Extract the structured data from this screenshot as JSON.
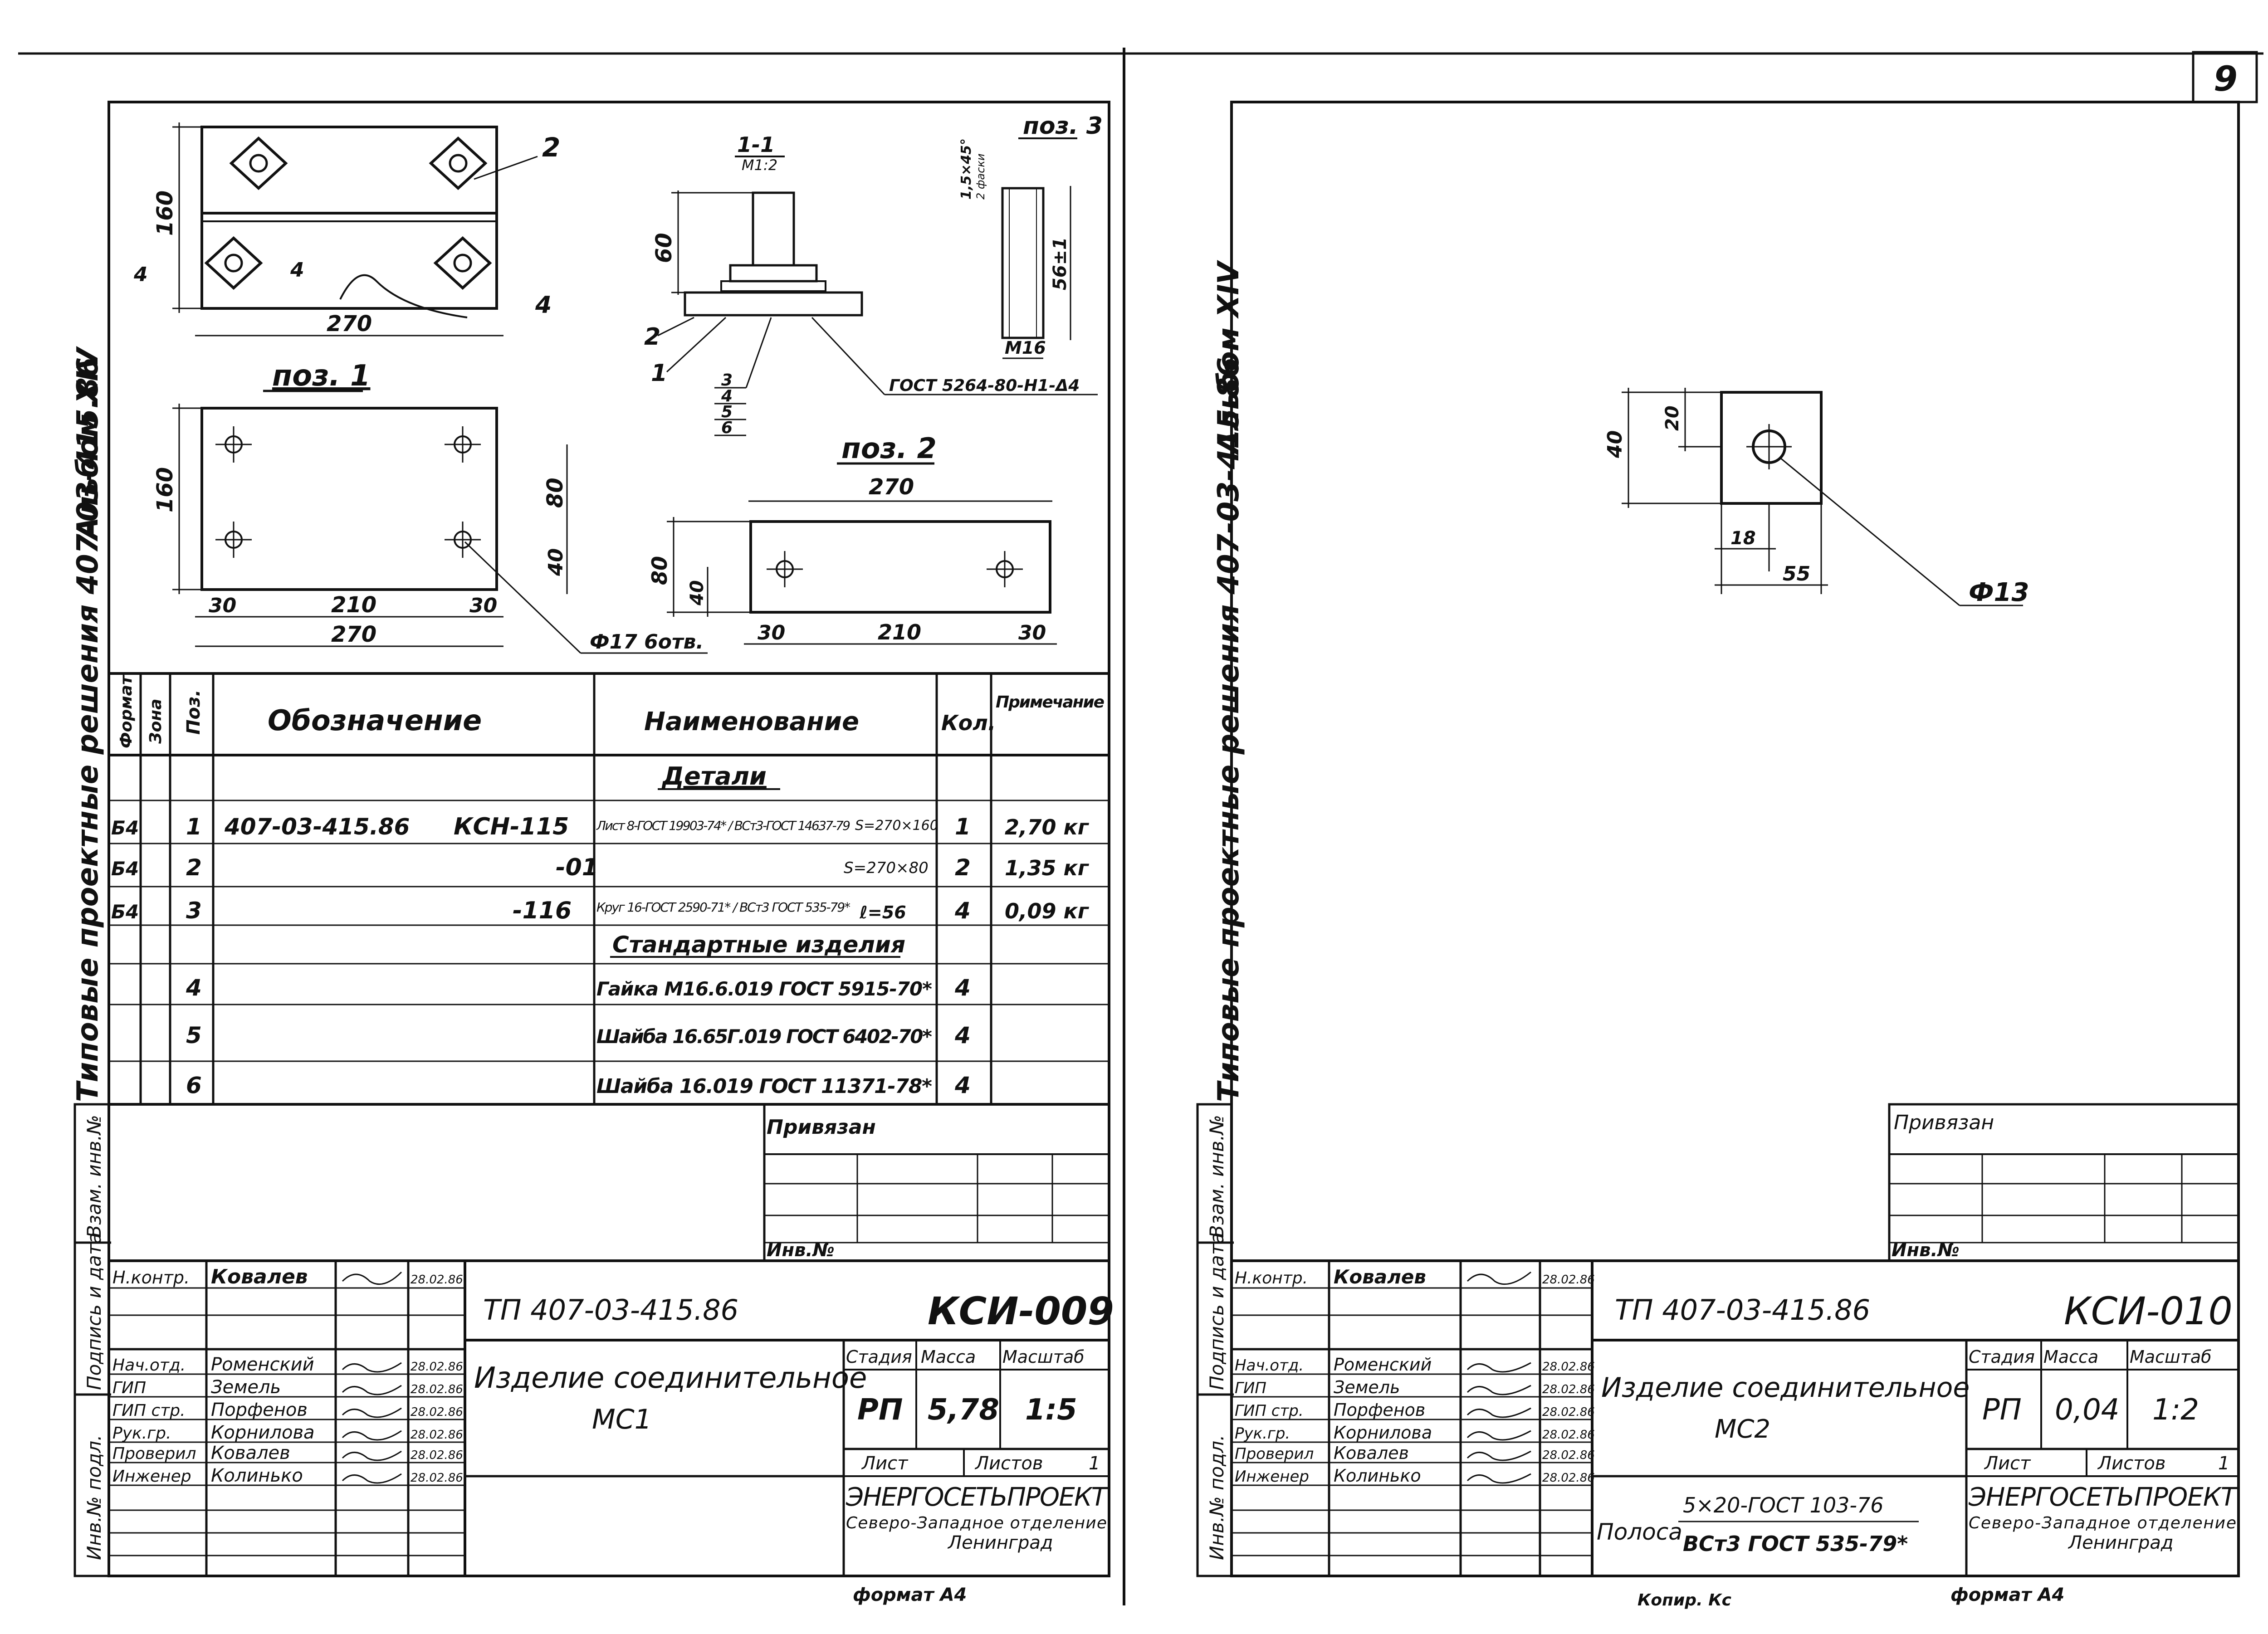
{
  "page_number": "9",
  "left": {
    "side_label": {
      "album": "Альбом XIV",
      "series": "Типовые проектные решения 407-03-415.86"
    },
    "side_stamps": [
      "Взам. инв.№",
      "Подпись и дата",
      "Инв.№ подл."
    ],
    "drawing": {
      "dims_top": {
        "w": "270",
        "h": "160",
        "t": "4",
        "t2": "4",
        "pos2": "2",
        "pos4": "4"
      },
      "section": {
        "title": "1-1",
        "scale": "М1:2",
        "h": "60",
        "c2": "2",
        "c1": "1",
        "pos": [
          "3",
          "4",
          "5",
          "6"
        ],
        "gost": "ГОСТ 5264-80-Н1-Δ4"
      },
      "pos3": {
        "title": "поз. 3",
        "chamfer": "1,5×45°",
        "chamfer2": "2 фаски",
        "len": "56±1",
        "thread": "М16"
      },
      "pos1": {
        "title": "поз. 1",
        "h": "160",
        "e1": "80",
        "e2": "40",
        "a": "30",
        "b": "210",
        "c": "30",
        "w": "270",
        "hole": "Ф17 6отв."
      },
      "pos2": {
        "title": "поз. 2",
        "w": "270",
        "h": "80",
        "e": "40",
        "a": "30",
        "b": "210",
        "c": "30"
      }
    },
    "spec": {
      "headers": {
        "format": "Формат",
        "zone": "Зона",
        "pos": "Поз.",
        "designation": "Обозначение",
        "name": "Наименование",
        "qty": "Кол.",
        "note": "Примечание"
      },
      "section_details": "Детали",
      "section_standard": "Стандартные изделия",
      "rows": [
        {
          "format": "Б4",
          "pos": "1",
          "designation": "407-03-415.86",
          "code": "КСН-115",
          "name": "Лист 8-ГОСТ 19903-74* / ВСт3-ГОСТ 14637-79",
          "size": "S=270×160",
          "qty": "1",
          "note": "2,70 кг"
        },
        {
          "format": "Б4",
          "pos": "2",
          "designation": "",
          "code": "-01",
          "name": "",
          "size": "S=270×80",
          "qty": "2",
          "note": "1,35 кг"
        },
        {
          "format": "Б4",
          "pos": "3",
          "designation": "",
          "code": "-116",
          "name": "Круг 16-ГОСТ 2590-71* / ВСт3 ГОСТ 535-79*",
          "size": "ℓ=56",
          "qty": "4",
          "note": "0,09 кг"
        },
        {
          "format": "",
          "pos": "4",
          "designation": "",
          "code": "",
          "name": "Гайка М16.6.019 ГОСТ 5915-70*",
          "size": "",
          "qty": "4",
          "note": ""
        },
        {
          "format": "",
          "pos": "5",
          "designation": "",
          "code": "",
          "name": "Шайба 16.65Г.019 ГОСТ 6402-70*",
          "size": "",
          "qty": "4",
          "note": ""
        },
        {
          "format": "",
          "pos": "6",
          "designation": "",
          "code": "",
          "name": "Шайба 16.019 ГОСТ 11371-78*",
          "size": "",
          "qty": "4",
          "note": ""
        }
      ]
    },
    "privyazan": "Привязан",
    "inv_no": "Инв.№",
    "title_block": {
      "signers": [
        {
          "role": "Н.контр.",
          "name": "Ковалев",
          "date": "28.02.86"
        },
        {
          "role": "",
          "name": "",
          "date": ""
        },
        {
          "role": "Нач.отд.",
          "name": "Роменский",
          "date": "28.02.86"
        },
        {
          "role": "ГИП",
          "name": "Земель",
          "date": "28.02.86"
        },
        {
          "role": "ГИП стр.",
          "name": "Порфенов",
          "date": "28.02.86"
        },
        {
          "role": "Рук.гр.",
          "name": "Корнилова",
          "date": "28.02.86"
        },
        {
          "role": "Проверил",
          "name": "Ковалев",
          "date": "28.02.86"
        },
        {
          "role": "Инженер",
          "name": "Колинько",
          "date": "28.02.86"
        }
      ],
      "project": "ТП 407-03-415.86",
      "code": "КСИ-009",
      "item_title": "Изделие соединительное",
      "item_sub": "МС1",
      "stage_h": "Стадия",
      "mass_h": "Масса",
      "scale_h": "Масштаб",
      "stage": "РП",
      "mass": "5,78",
      "scale": "1:5",
      "sheet_h": "Лист",
      "sheets_h": "Листов",
      "sheets": "1",
      "org": "ЭНЕРГОСЕТЬПРОЕКТ",
      "org_sub": "Северо-Западное отделение",
      "city": "Ленинград"
    },
    "format": "формат А4"
  },
  "right": {
    "side_label": {
      "album": "Альбом XIV",
      "series": "Типовые проектные решения 407-03-415.86"
    },
    "side_stamps": [
      "Взам. инв.№",
      "Подпись и дата",
      "Инв.№ подл."
    ],
    "drawing": {
      "h": "40",
      "e": "20",
      "a": "18",
      "w": "55",
      "hole": "Ф13"
    },
    "privyazan": "Привязан",
    "inv_no": "Инв.№",
    "title_block": {
      "signers": [
        {
          "role": "Н.контр.",
          "name": "Ковалев",
          "date": "28.02.86"
        },
        {
          "role": "",
          "name": "",
          "date": ""
        },
        {
          "role": "Нач.отд.",
          "name": "Роменский",
          "date": "28.02.86"
        },
        {
          "role": "ГИП",
          "name": "Земель",
          "date": "28.02.86"
        },
        {
          "role": "ГИП стр.",
          "name": "Порфенов",
          "date": "28.02.86"
        },
        {
          "role": "Рук.гр.",
          "name": "Корнилова",
          "date": "28.02.86"
        },
        {
          "role": "Проверил",
          "name": "Ковалев",
          "date": "28.02.86"
        },
        {
          "role": "Инженер",
          "name": "Колинько",
          "date": "28.02.86"
        }
      ],
      "project": "ТП 407-03-415.86",
      "code": "КСИ-010",
      "item_title": "Изделие соединительное",
      "item_sub": "МС2",
      "material_label": "Полоса",
      "material_top": "5×20-ГОСТ 103-76",
      "material_bottom": "ВСт3 ГОСТ 535-79*",
      "stage_h": "Стадия",
      "mass_h": "Масса",
      "scale_h": "Масштаб",
      "stage": "РП",
      "mass": "0,04",
      "scale": "1:2",
      "sheet_h": "Лист",
      "sheets_h": "Листов",
      "sheets": "1",
      "org": "ЭНЕРГОСЕТЬПРОЕКТ",
      "org_sub": "Северо-Западное отделение",
      "city": "Ленинград"
    },
    "copied": "Копир. Кс",
    "format": "формат А4"
  }
}
